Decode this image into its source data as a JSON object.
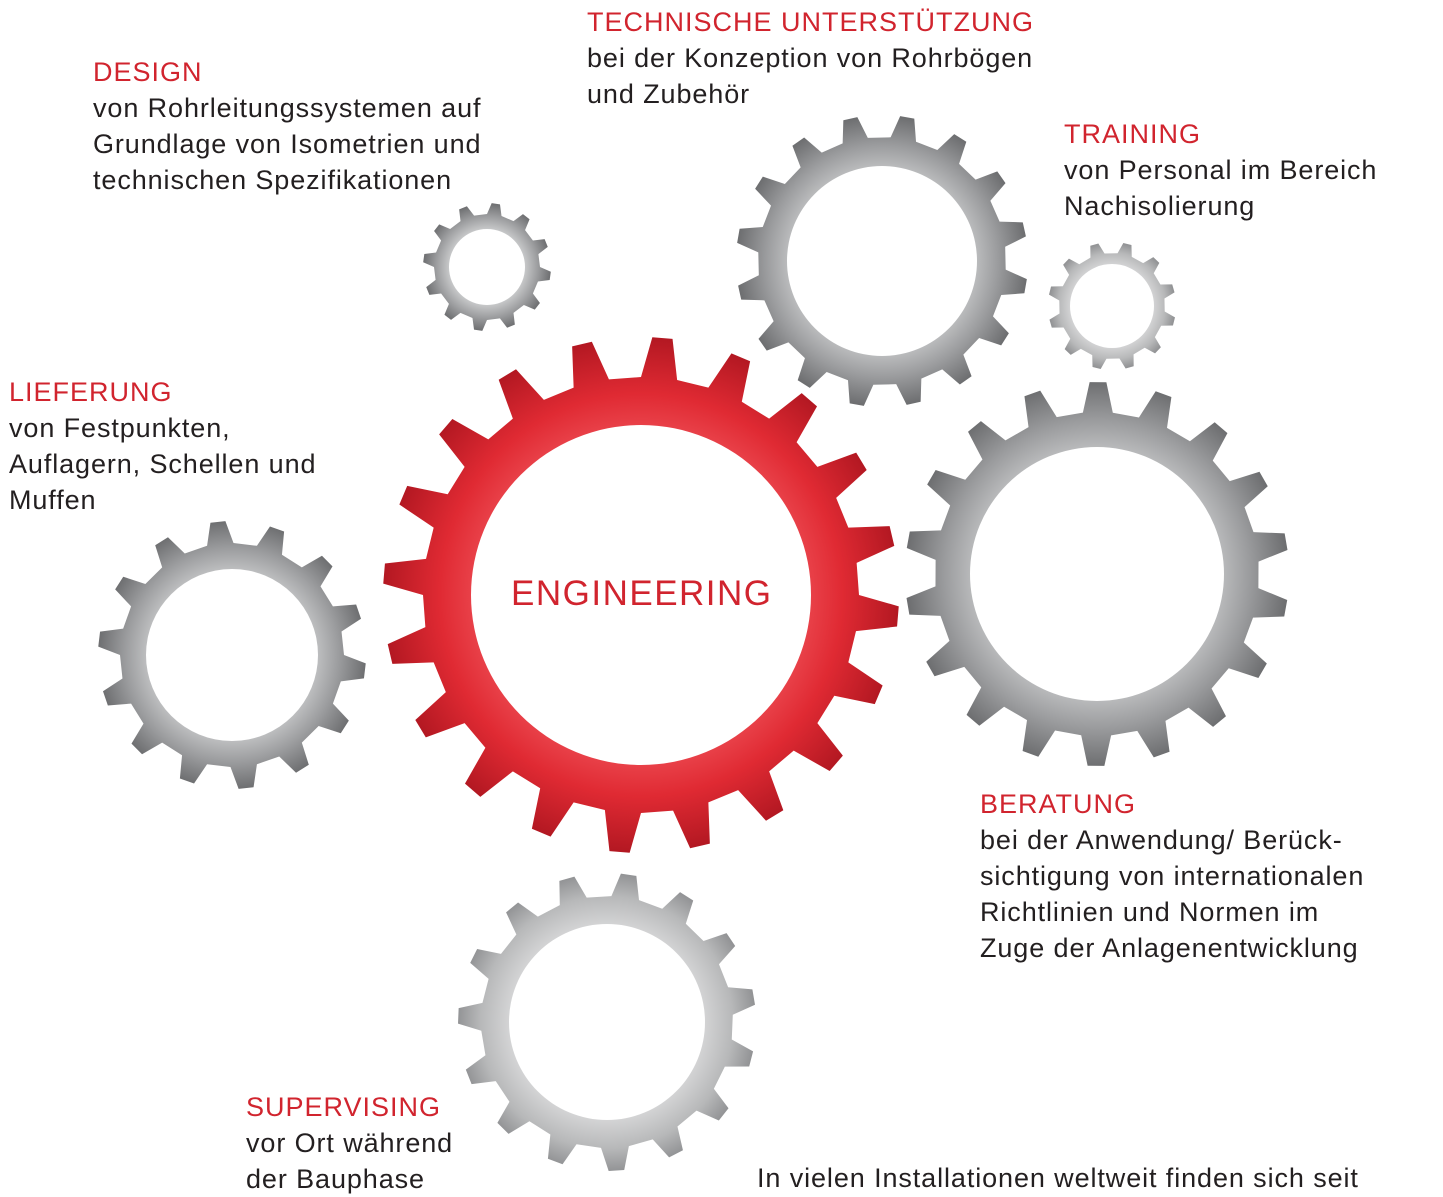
{
  "center_label": "ENGINEERING",
  "services": {
    "design": {
      "heading": "DESIGN",
      "lines": [
        "von Rohrleitungssystemen auf",
        "Grundlage von Isometrien und",
        "technischen Spezifikationen"
      ]
    },
    "technische_unterstuetzung": {
      "heading": "TECHNISCHE UNTERSTÜTZUNG",
      "lines": [
        "bei der Konzeption von Rohrbögen",
        "und Zubehör"
      ]
    },
    "training": {
      "heading": "TRAINING",
      "lines": [
        "von Personal im Bereich",
        "Nachisolierung"
      ]
    },
    "lieferung": {
      "heading": "LIEFERUNG",
      "lines": [
        "von Festpunkten,",
        "Auflagern, Schellen und",
        "Muffen"
      ]
    },
    "beratung": {
      "heading": "BERATUNG",
      "lines": [
        "bei der Anwendung/ Berück-",
        "sichtigung von internationalen",
        "Richtlinien und Normen im",
        "Zuge der Anlagenentwicklung"
      ]
    },
    "supervising": {
      "heading": "SUPERVISING",
      "lines": [
        "vor Ort während",
        "der Bauphase"
      ]
    }
  },
  "footer_text": "In vielen Installationen weltweit finden sich seit",
  "colors": {
    "accent_red": "#d1242e",
    "gear_gray": "#8a8b8d",
    "text_dark": "#231f20"
  }
}
